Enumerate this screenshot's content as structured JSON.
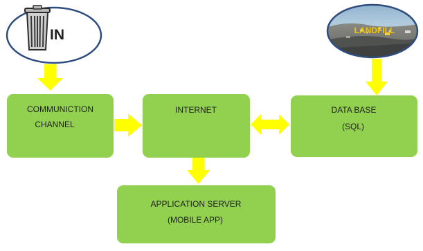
{
  "bin_node": {
    "label": "IN",
    "icon": "trash-can-icon"
  },
  "landfill_node": {
    "label": "LANDFILL",
    "icon": "landfill-photo"
  },
  "boxes": {
    "communication": {
      "line1": "COMMUNICTION",
      "line2": "CHANNEL"
    },
    "internet": {
      "line1": "INTERNET"
    },
    "database": {
      "line1": "DATA BASE",
      "line2": "(SQL)"
    },
    "app_server": {
      "line1": "APPLICATION SERVER",
      "line2": "(MOBILE APP)"
    }
  },
  "colors": {
    "box_fill": "#92d050",
    "arrow_fill": "#ffff00",
    "ellipse_stroke": "#2e4d7e"
  }
}
